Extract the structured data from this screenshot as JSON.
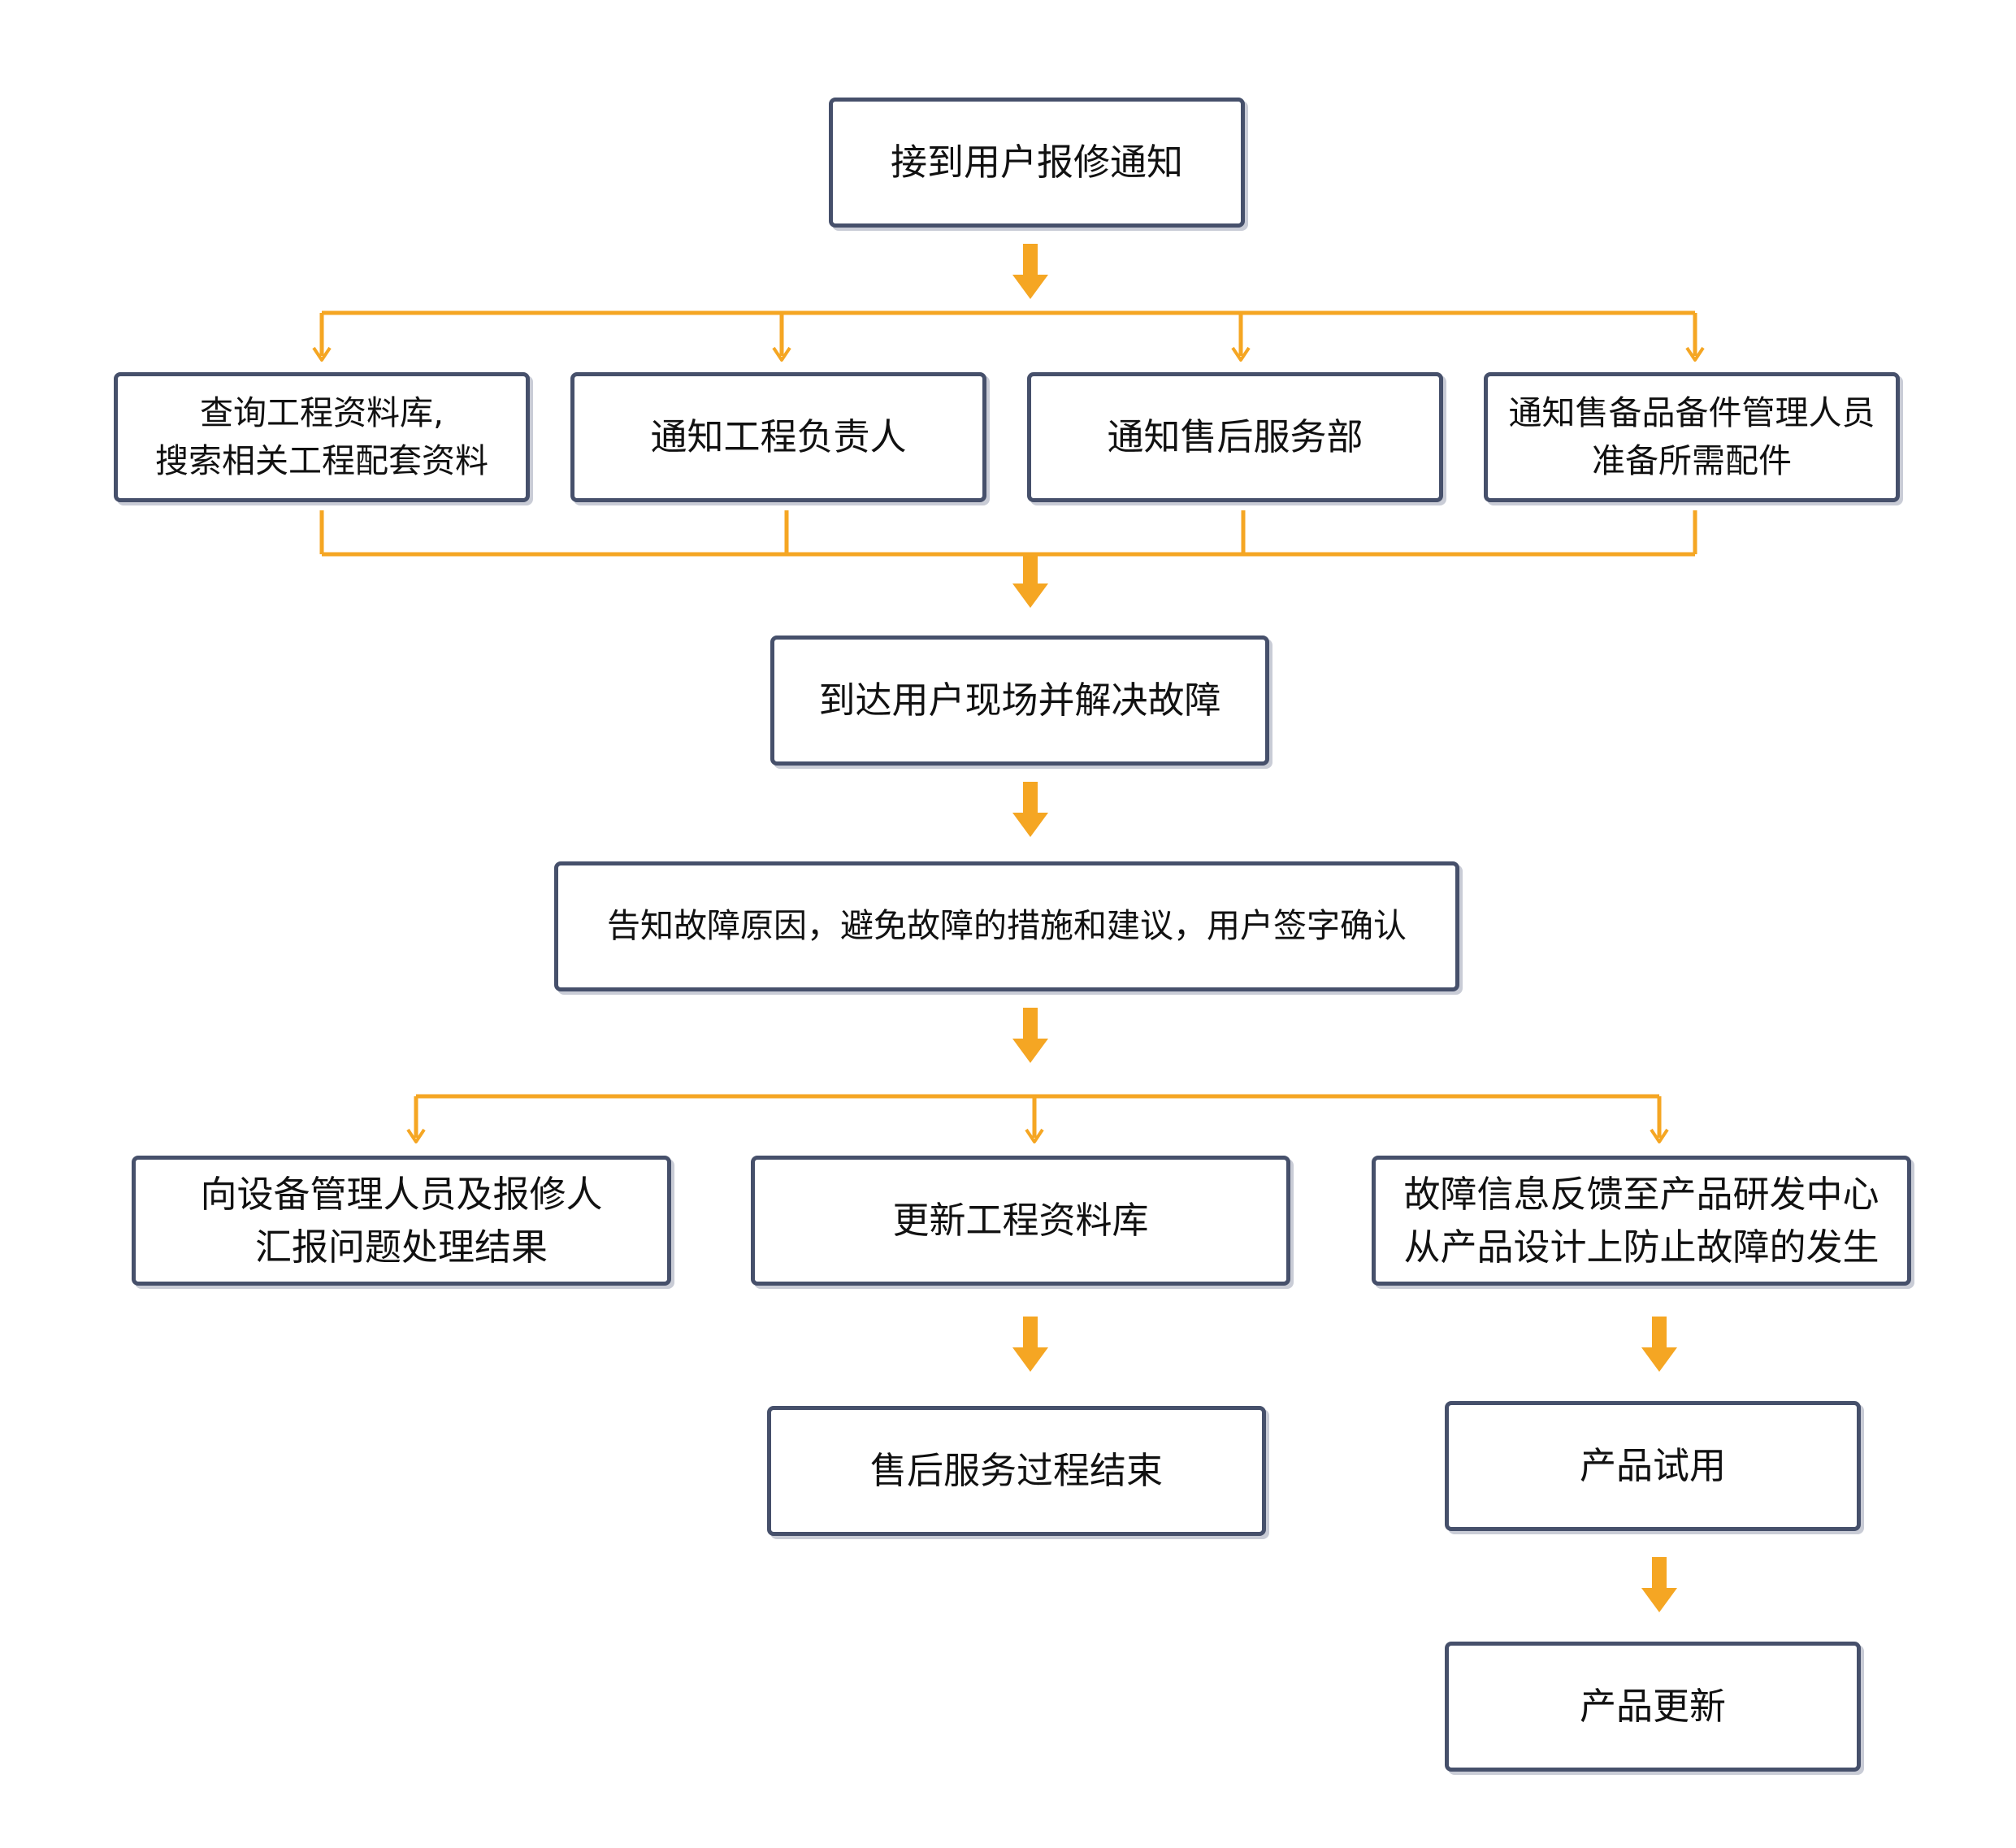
{
  "colors": {
    "connector": "#f5a623",
    "border": "#46506b",
    "text": "#111111"
  },
  "nodes": {
    "receive": "接到用户报修通知",
    "query": "查询工程资料库,\n搜索相关工程配套资料",
    "notify_eng": "通知工程负责人",
    "notify_after": "通知售后服务部",
    "notify_spare": "通知售备品备件管理人员\n准备所需配件",
    "arrive": "到达用户现场并解决故障",
    "inform": "告知故障原因，避免故障的措施和建议，用户签字确认",
    "report": "向设备管理人员及报修人\n汇报问题处理结果",
    "update_db": "更新工程资料库",
    "feedback": "故障信息反馈至产品研发中心\n从产品设计上防止故障的发生",
    "end": "售后服务过程结束",
    "trial": "产品试用",
    "update": "产品更新"
  }
}
